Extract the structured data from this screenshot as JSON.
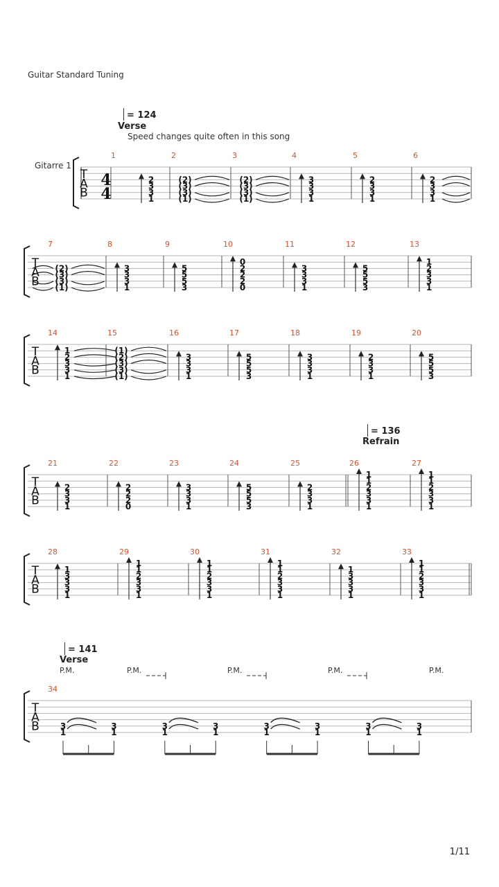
{
  "header": {
    "tuning": "Guitar Standard Tuning",
    "instrument": "Gitarre 1"
  },
  "markers": [
    {
      "tempo": "= 124",
      "section": "Verse",
      "note": "Speed changes quite often in this song"
    },
    {
      "tempo": "= 136",
      "section": "Refrain"
    },
    {
      "tempo": "= 141",
      "section": "Verse"
    }
  ],
  "palm_mute": "P.M.",
  "page": "1/11",
  "tab_letters": [
    "T",
    "A",
    "B"
  ],
  "time_signature": [
    "4",
    "4"
  ],
  "systems": [
    {
      "measures": [
        {
          "num": "1",
          "chord": [
            "2",
            "3",
            "3",
            "1"
          ],
          "type": "strum"
        },
        {
          "num": "2",
          "chord": [
            "(2)",
            "(3)",
            "(3)",
            "(1)"
          ],
          "type": "tie"
        },
        {
          "num": "3",
          "chord": [
            "(2)",
            "(3)",
            "(3)",
            "(1)"
          ],
          "type": "tie"
        },
        {
          "num": "4",
          "chord": [
            "3",
            "3",
            "3",
            "1"
          ],
          "type": "strum"
        },
        {
          "num": "5",
          "chord": [
            "2",
            "3",
            "3",
            "1"
          ],
          "type": "strum"
        },
        {
          "num": "6",
          "chord": [
            "2",
            "3",
            "3",
            "1"
          ],
          "type": "strum"
        }
      ]
    },
    {
      "measures": [
        {
          "num": "7",
          "chord": [
            "(2)",
            "(3)",
            "(3)",
            "(1)"
          ],
          "type": "tie"
        },
        {
          "num": "8",
          "chord": [
            "3",
            "3",
            "3",
            "1"
          ],
          "type": "strum"
        },
        {
          "num": "9",
          "chord": [
            "5",
            "5",
            "5",
            "3"
          ],
          "type": "strum"
        },
        {
          "num": "10",
          "chord": [
            "0",
            "2",
            "2",
            "2",
            "0"
          ],
          "type": "strum"
        },
        {
          "num": "11",
          "chord": [
            "3",
            "3",
            "3",
            "1"
          ],
          "type": "strum"
        },
        {
          "num": "12",
          "chord": [
            "5",
            "5",
            "5",
            "3"
          ],
          "type": "strum"
        },
        {
          "num": "13",
          "chord": [
            "1",
            "2",
            "3",
            "3",
            "1"
          ],
          "type": "strum"
        }
      ]
    },
    {
      "measures": [
        {
          "num": "14",
          "chord": [
            "1",
            "2",
            "3",
            "3",
            "1"
          ],
          "type": "strum"
        },
        {
          "num": "15",
          "chord": [
            "(1)",
            "(2)",
            "(3)",
            "(3)",
            "(1)"
          ],
          "type": "tie"
        },
        {
          "num": "16",
          "chord": [
            "3",
            "3",
            "3",
            "1"
          ],
          "type": "strum"
        },
        {
          "num": "17",
          "chord": [
            "5",
            "5",
            "5",
            "3"
          ],
          "type": "strum"
        },
        {
          "num": "18",
          "chord": [
            "3",
            "3",
            "3",
            "1"
          ],
          "type": "strum"
        },
        {
          "num": "19",
          "chord": [
            "2",
            "3",
            "3",
            "1"
          ],
          "type": "strum"
        },
        {
          "num": "20",
          "chord": [
            "5",
            "5",
            "5",
            "3"
          ],
          "type": "strum"
        }
      ]
    },
    {
      "measures": [
        {
          "num": "21",
          "chord": [
            "2",
            "3",
            "3",
            "1"
          ],
          "type": "strum"
        },
        {
          "num": "22",
          "chord": [
            "2",
            "2",
            "2",
            "0"
          ],
          "type": "strum"
        },
        {
          "num": "23",
          "chord": [
            "3",
            "3",
            "3",
            "1"
          ],
          "type": "strum"
        },
        {
          "num": "24",
          "chord": [
            "5",
            "5",
            "5",
            "3"
          ],
          "type": "strum"
        },
        {
          "num": "25",
          "chord": [
            "2",
            "3",
            "3",
            "1"
          ],
          "type": "strum"
        },
        {
          "num": "26",
          "chord": [
            "1",
            "1",
            "2",
            "3",
            "3",
            "1"
          ],
          "type": "strum"
        },
        {
          "num": "27",
          "chord": [
            "1",
            "1",
            "2",
            "3",
            "3",
            "1"
          ],
          "type": "strum"
        }
      ]
    },
    {
      "measures": [
        {
          "num": "28",
          "chord": [
            "1",
            "3",
            "3",
            "3",
            "1"
          ],
          "type": "strum"
        },
        {
          "num": "29",
          "chord": [
            "1",
            "1",
            "2",
            "3",
            "3",
            "1"
          ],
          "type": "strum"
        },
        {
          "num": "30",
          "chord": [
            "1",
            "1",
            "2",
            "3",
            "3",
            "1"
          ],
          "type": "strum"
        },
        {
          "num": "31",
          "chord": [
            "1",
            "1",
            "2",
            "3",
            "3",
            "1"
          ],
          "type": "strum"
        },
        {
          "num": "32",
          "chord": [
            "1",
            "3",
            "3",
            "3",
            "1"
          ],
          "type": "strum"
        },
        {
          "num": "33",
          "chord": [
            "1",
            "1",
            "2",
            "3",
            "3",
            "1"
          ],
          "type": "strum"
        }
      ]
    },
    {
      "measures": [
        {
          "num": "34",
          "pairs": [
            [
              "3",
              "1"
            ],
            [
              "3",
              "1"
            ],
            [
              "3",
              "1"
            ],
            [
              "3",
              "1"
            ],
            [
              "3",
              "1"
            ],
            [
              "3",
              "1"
            ],
            [
              "3",
              "1"
            ],
            [
              "3",
              "1"
            ]
          ],
          "type": "pm"
        }
      ]
    }
  ]
}
